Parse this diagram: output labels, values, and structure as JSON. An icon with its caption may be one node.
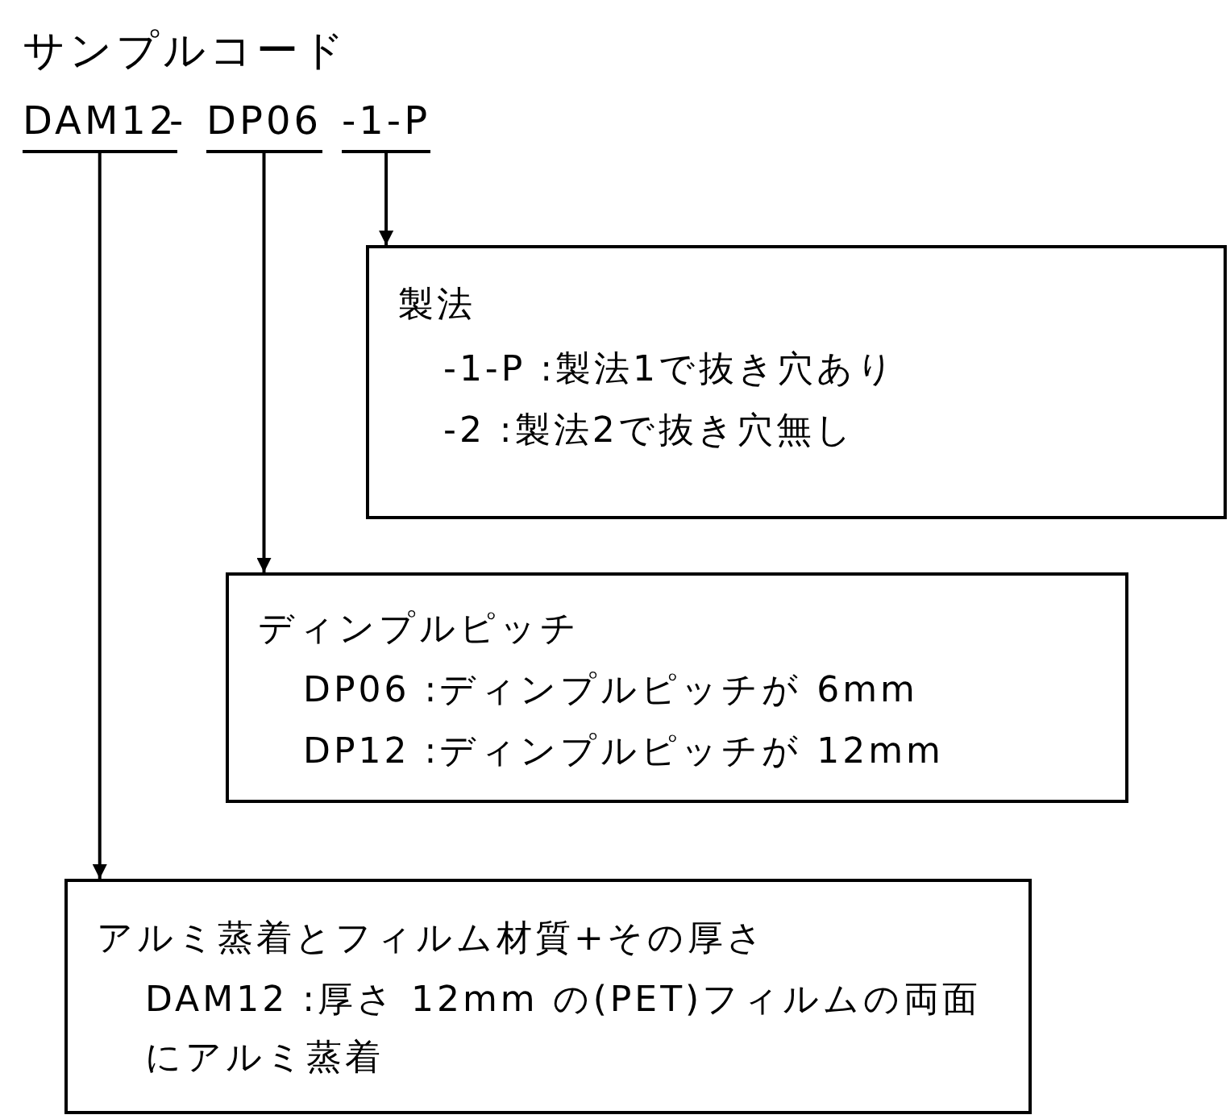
{
  "diagram": {
    "title": "サンプルコード",
    "nodes": [
      {
        "text": [
          "DAM12"
        ]
      },
      {
        "text": [
          "DP06"
        ]
      },
      {
        "text": [
          "-1-P"
        ]
      },
      {
        "text": [
          "製法",
          "-1-P :製法1で抜き穴あり",
          "-2 :製法2で抜き穴無し"
        ]
      },
      {
        "text": [
          "ディンプルピッチ",
          "DP06 :ディンプルピッチが 6mm",
          "DP12 :ディンプルピッチが 12mm"
        ]
      },
      {
        "text": [
          "アルミ蒸着とフィルム材質+その厚さ",
          "DAM12 :厚さ 12mm の(PET)フィルムの両面にアルミ蒸着"
        ]
      }
    ],
    "edges": [
      {
        "from": 2,
        "to": 3,
        "arrow": "to"
      },
      {
        "from": 1,
        "to": 4,
        "arrow": "to"
      },
      {
        "from": 0,
        "to": 5,
        "arrow": "to"
      }
    ],
    "labels": [
      "-"
    ]
  }
}
